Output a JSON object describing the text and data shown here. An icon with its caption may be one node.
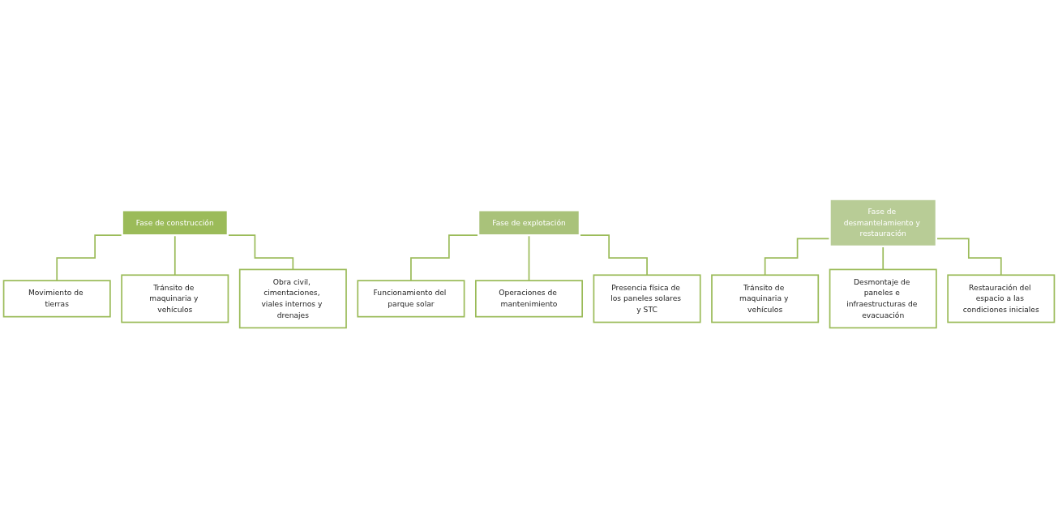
{
  "diagram": {
    "nodes": [
      {
        "text": [
          "Fase de construcción"
        ]
      },
      {
        "text": [
          "Movimiento de tierras"
        ]
      },
      {
        "text": [
          "Tránsito de maquinaria y vehículos"
        ]
      },
      {
        "text": [
          "Obra civil, cimentaciones, viales internos y drenajes"
        ]
      },
      {
        "text": [
          "Fase de explotación"
        ]
      },
      {
        "text": [
          "Funcionamiento del parque solar"
        ]
      },
      {
        "text": [
          "Operaciones de mantenimiento"
        ]
      },
      {
        "text": [
          "Presencia física de los paneles solares y STC"
        ]
      },
      {
        "text": [
          "Fase de desmantelamiento y restauración"
        ]
      },
      {
        "text": [
          "Tránsito de maquinaria y vehículos"
        ]
      },
      {
        "text": [
          "Desmontaje de paneles e infraestructuras de evacuación"
        ]
      },
      {
        "text": [
          "Restauración del espacio a las condiciones iniciales"
        ]
      }
    ],
    "edges": [
      {
        "from": 0,
        "to": 1,
        "arrow": "none"
      },
      {
        "from": 0,
        "to": 2,
        "arrow": "none"
      },
      {
        "from": 0,
        "to": 3,
        "arrow": "none"
      },
      {
        "from": 4,
        "to": 5,
        "arrow": "none"
      },
      {
        "from": 4,
        "to": 6,
        "arrow": "none"
      },
      {
        "from": 4,
        "to": 7,
        "arrow": "none"
      },
      {
        "from": 8,
        "to": 9,
        "arrow": "none"
      },
      {
        "from": 8,
        "to": 10,
        "arrow": "none"
      },
      {
        "from": 8,
        "to": 11,
        "arrow": "none"
      }
    ]
  }
}
